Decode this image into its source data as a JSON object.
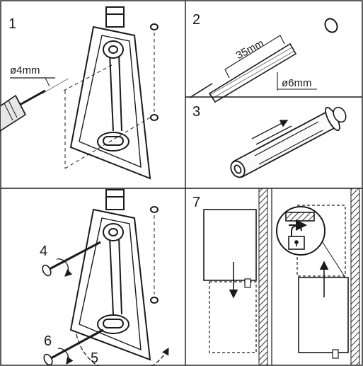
{
  "steps": {
    "s1": "1",
    "s2": "2",
    "s3": "3",
    "s4": "4",
    "s5": "5",
    "s6": "6",
    "s7": "7"
  },
  "dimensions": {
    "drill_diameter": "ø4mm",
    "hole_depth": "35mm",
    "hole_diameter": "ø6mm"
  },
  "icons": [
    "drill-icon",
    "wall-plug-icon",
    "screw-icon",
    "padlock-open-icon",
    "heater-unit-icon"
  ],
  "colors": {
    "ink": "#1a1a1a",
    "paper": "#ffffff",
    "hatch": "#333333"
  }
}
